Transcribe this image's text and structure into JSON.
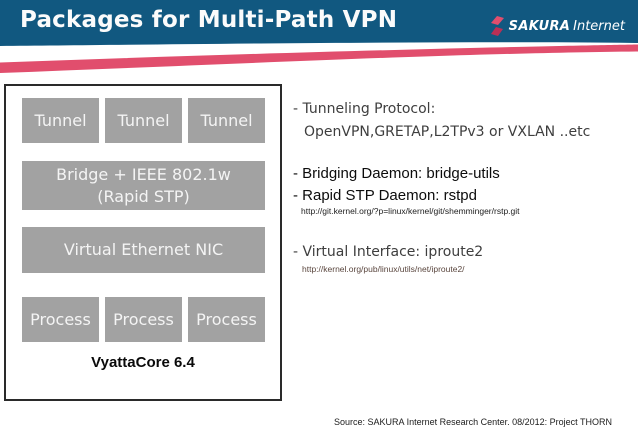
{
  "header": {
    "title": "Packages for Multi-Path VPN",
    "logo": {
      "brand": "SAKURA",
      "suffix": "Internet"
    }
  },
  "diagram": {
    "tunnels": [
      "Tunnel",
      "Tunnel",
      "Tunnel"
    ],
    "bridge_line1": "Bridge + IEEE 802.1w",
    "bridge_line2": "(Rapid STP)",
    "nic": "Virtual Ethernet NIC",
    "processes": [
      "Process",
      "Process",
      "Process"
    ],
    "platform_caption": "VyattaCore 6.4"
  },
  "notes": {
    "tunneling_heading": "- Tunneling Protocol:",
    "tunneling_protocols": "OpenVPN,GRETAP,L2TPv3 or VXLAN ..etc",
    "bridging_daemon": "- Bridging Daemon: bridge-utils",
    "rstp_daemon": "- Rapid STP Daemon: rstpd",
    "rstp_url": "http://git.kernel.org/?p=linux/kernel/git/shemminger/rstp.git",
    "virtual_interface": "- Virtual Interface: iproute2",
    "iproute2_url": "http://kernel.org/pub/linux/utils/net/iproute2/"
  },
  "footer": {
    "source": "Source: SAKURA Internet Research Center. 08/2012: Project THORN"
  },
  "colors": {
    "header_blue": "#115880",
    "accent_red": "#e14e6d",
    "logo_red_dark": "#b93055",
    "box_gray": "#a2a2a2"
  }
}
